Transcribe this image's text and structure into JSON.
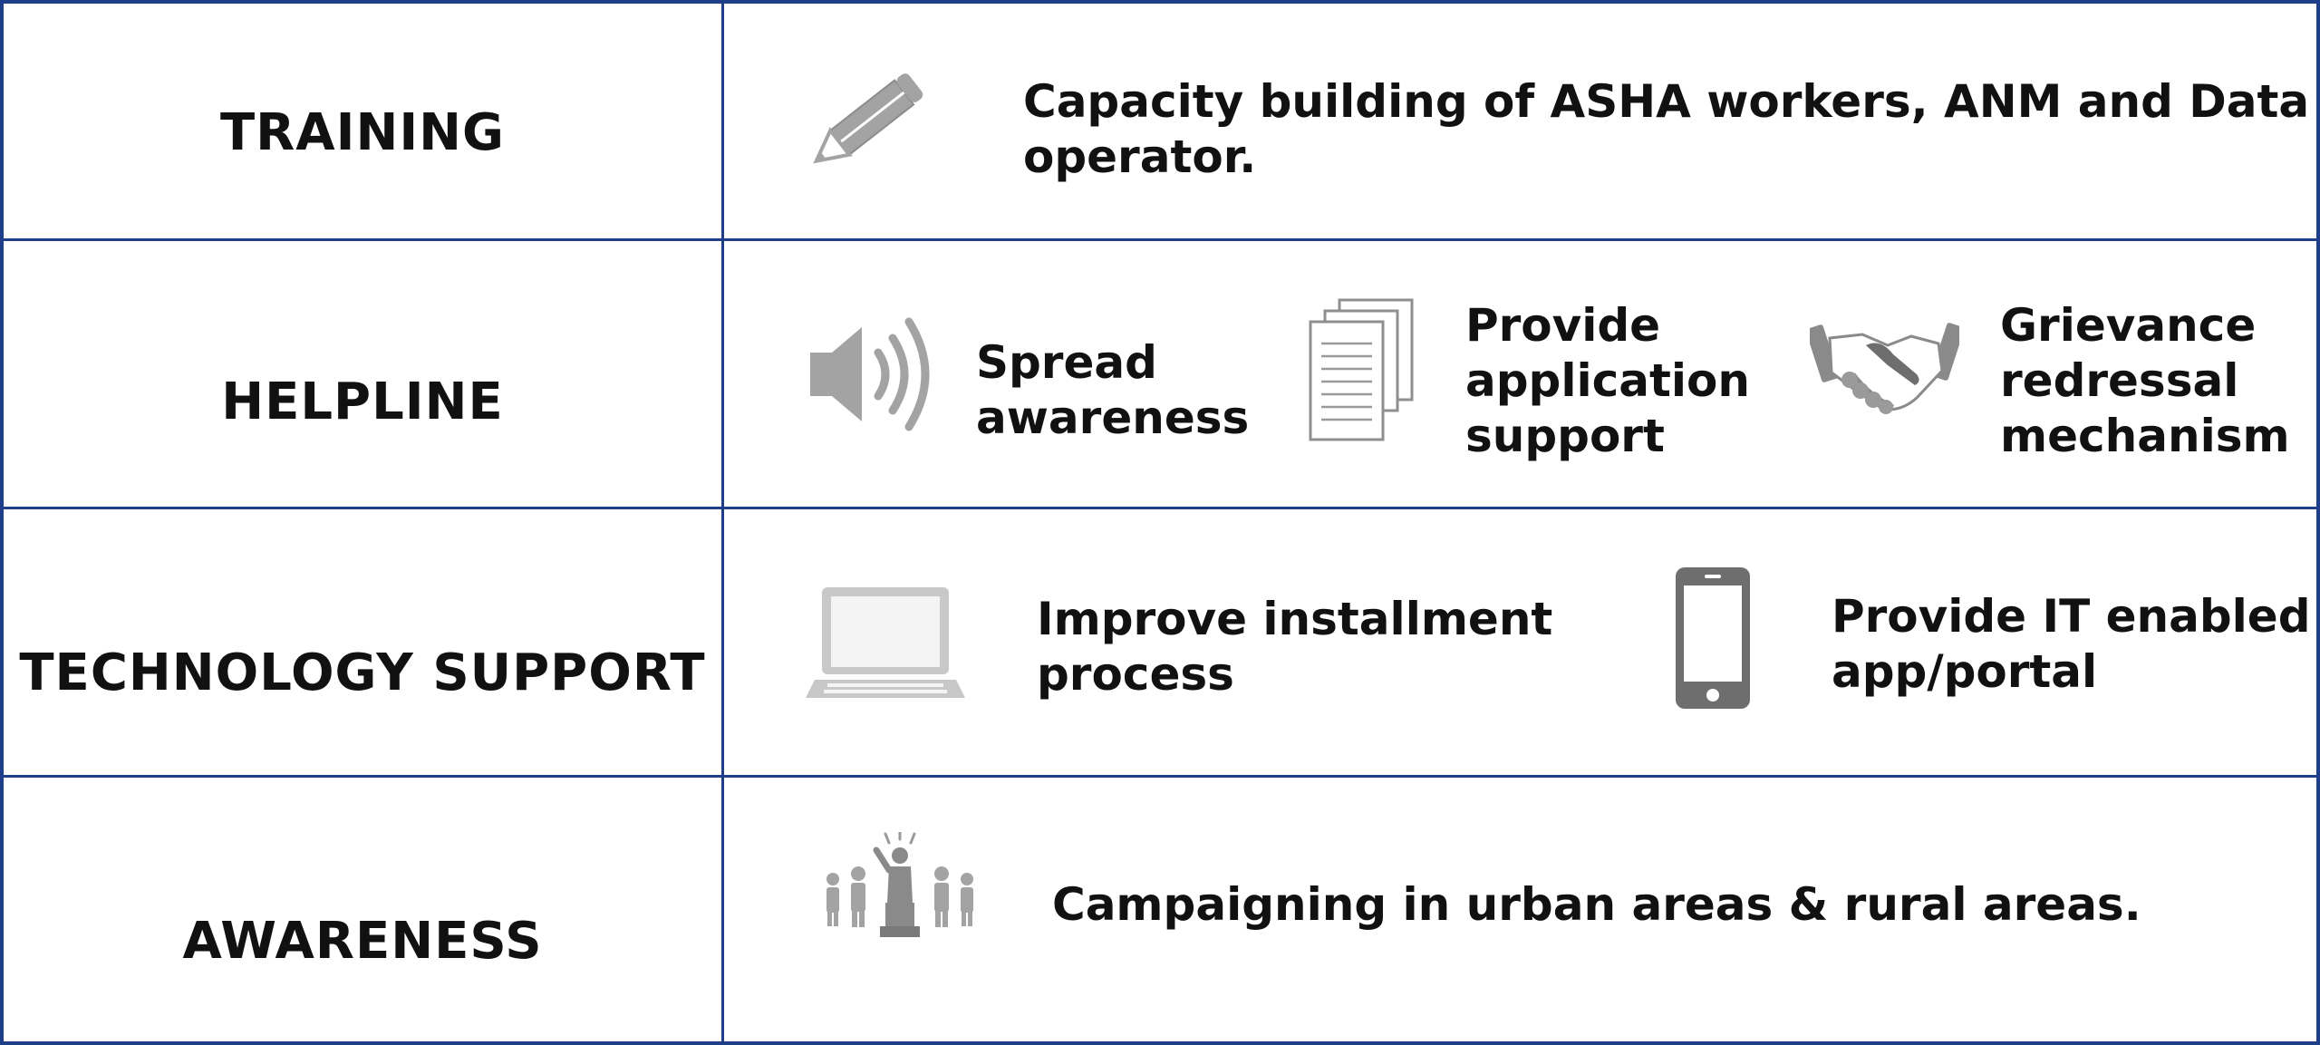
{
  "colors": {
    "border": "#1f3f8a",
    "icon_gray": "#9a9a9a",
    "icon_dark": "#6e6e6e",
    "text": "#111111"
  },
  "rows": [
    {
      "label": "TRAINING",
      "items": [
        {
          "icon": "pencil-icon",
          "text": "Capacity building of ASHA workers, ANM and Data\noperator."
        }
      ]
    },
    {
      "label": "HELPLINE",
      "items": [
        {
          "icon": "speaker-icon",
          "text": "Spread\nawareness"
        },
        {
          "icon": "documents-icon",
          "text": "Provide\napplication\nsupport"
        },
        {
          "icon": "handshake-icon",
          "text": "Grievance\nredressal\nmechanism"
        }
      ]
    },
    {
      "label": "TECHNOLOGY SUPPORT",
      "items": [
        {
          "icon": "laptop-icon",
          "text": "Improve installment\nprocess"
        },
        {
          "icon": "smartphone-icon",
          "text": "Provide IT enabled\napp/portal"
        }
      ]
    },
    {
      "label": "AWARENESS",
      "items": [
        {
          "icon": "crowd-speaker-icon",
          "text": "Campaigning in urban areas & rural areas."
        }
      ]
    }
  ]
}
